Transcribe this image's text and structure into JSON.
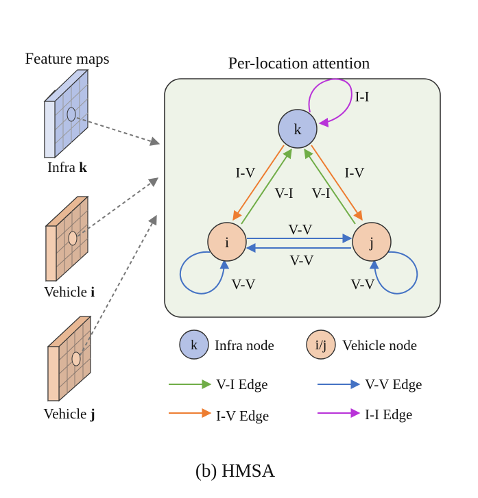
{
  "feature_maps_label": "Feature maps",
  "infra_label": {
    "text": "Infra ",
    "bold": "k"
  },
  "vehicle_i_label": {
    "text": "Vehicle ",
    "bold": "i"
  },
  "vehicle_j_label": {
    "text": "Vehicle ",
    "bold": "j"
  },
  "attention_title": "Per-location attention",
  "nodes": {
    "k": "k",
    "i": "i",
    "j": "j"
  },
  "edge_labels": {
    "ii": "I-I",
    "iv_left": "I-V",
    "vi_left": "V-I",
    "vi_right": "V-I",
    "iv_right": "I-V",
    "vv_top": "V-V",
    "vv_bottom": "V-V",
    "vv_loop_i": "V-V",
    "vv_loop_j": "V-V"
  },
  "legend": {
    "infra_node_symbol": "k",
    "infra_node": "Infra node",
    "vehicle_node_symbol": "i/j",
    "vehicle_node": "Vehicle node",
    "vi_edge": "V-I Edge",
    "vv_edge": "V-V Edge",
    "iv_edge": "I-V Edge",
    "ii_edge": "I-I Edge"
  },
  "caption": "(b) HMSA",
  "colors": {
    "infra_fill": "#b4c1e6",
    "vehicle_fill": "#f3cdb1",
    "panel_fill": "#eef3e8",
    "vi_edge": "#70ad47",
    "iv_edge": "#ed7d31",
    "vv_edge": "#4472c4",
    "ii_edge": "#b832d8"
  }
}
